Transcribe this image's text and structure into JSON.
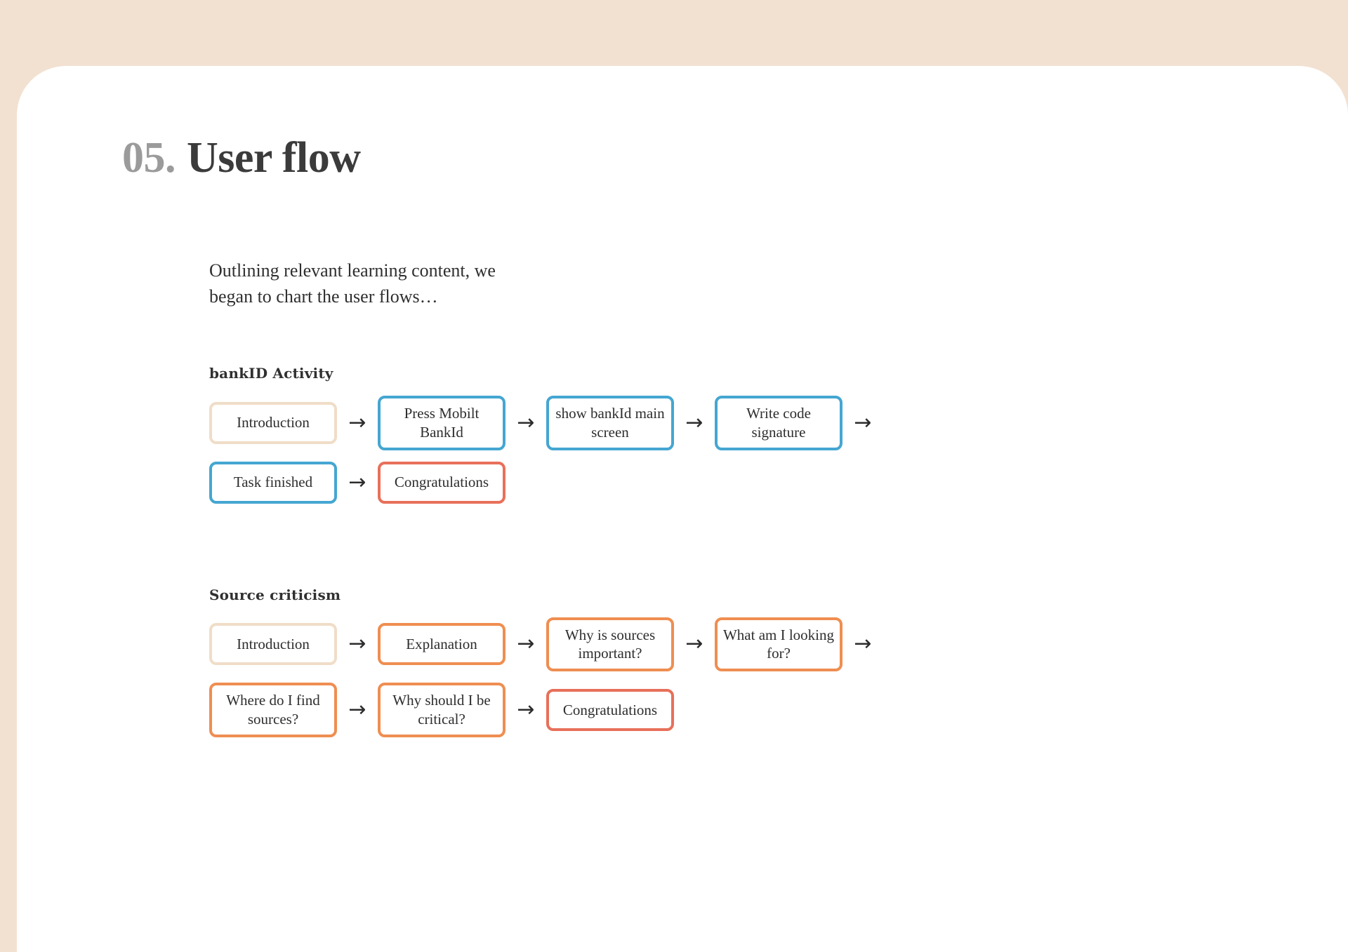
{
  "theme": {
    "background": "#f2e1d1",
    "card": "#ffffff",
    "title_number_color": "#9b9b9b",
    "title_text_color": "#3b3b3b",
    "beige": "#f0ddc8",
    "blue": "#45a6d1",
    "orange": "#ef8e51",
    "red": "#e8705a"
  },
  "header": {
    "number": "05.",
    "title": "User flow"
  },
  "intro": {
    "line1": "Outlining relevant learning content, we",
    "line2": "began to chart the user flows…"
  },
  "arrow_glyph": "→",
  "sections": [
    {
      "label": "bankID Activity",
      "rows": [
        {
          "nodes": [
            {
              "label": "Introduction",
              "color": "beige"
            },
            {
              "label": "Press Mobilt BankId",
              "color": "blue"
            },
            {
              "label": "show bankId main screen",
              "color": "blue"
            },
            {
              "label": "Write code signature",
              "color": "blue"
            }
          ],
          "trailing_arrow": true
        },
        {
          "nodes": [
            {
              "label": "Task finished",
              "color": "blue"
            },
            {
              "label": "Congratulations",
              "color": "red"
            }
          ],
          "trailing_arrow": false
        }
      ]
    },
    {
      "label": "Source criticism",
      "rows": [
        {
          "nodes": [
            {
              "label": "Introduction",
              "color": "beige"
            },
            {
              "label": "Explanation",
              "color": "orange"
            },
            {
              "label": "Why is sources important?",
              "color": "orange"
            },
            {
              "label": "What am I looking for?",
              "color": "orange"
            }
          ],
          "trailing_arrow": true
        },
        {
          "nodes": [
            {
              "label": "Where do I find sources?",
              "color": "orange"
            },
            {
              "label": "Why should I be critical?",
              "color": "orange"
            },
            {
              "label": "Congratulations",
              "color": "red"
            }
          ],
          "trailing_arrow": false
        }
      ]
    }
  ]
}
